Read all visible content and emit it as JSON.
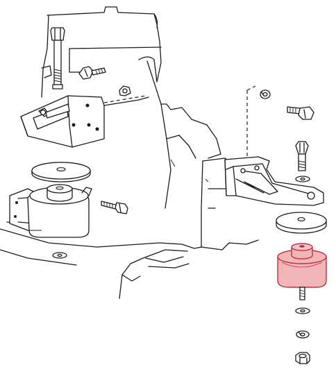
{
  "diagram": {
    "kind": "exploded-assembly",
    "subject": "engine-mount",
    "colors": {
      "line": "#1a1a1a",
      "background": "#ffffff",
      "highlight_fill": "#f3b6b8",
      "highlight_stroke": "#c03040"
    },
    "parts": [
      "engine-block-outline",
      "left-mount-bracket",
      "left-spacer-disc",
      "left-rubber-mount",
      "left-mount-bolt",
      "left-side-bolt",
      "left-washer",
      "right-bracket",
      "right-spacer-disc",
      "right-rubber-mount-highlighted",
      "right-bolts",
      "right-washers",
      "right-nut"
    ]
  }
}
